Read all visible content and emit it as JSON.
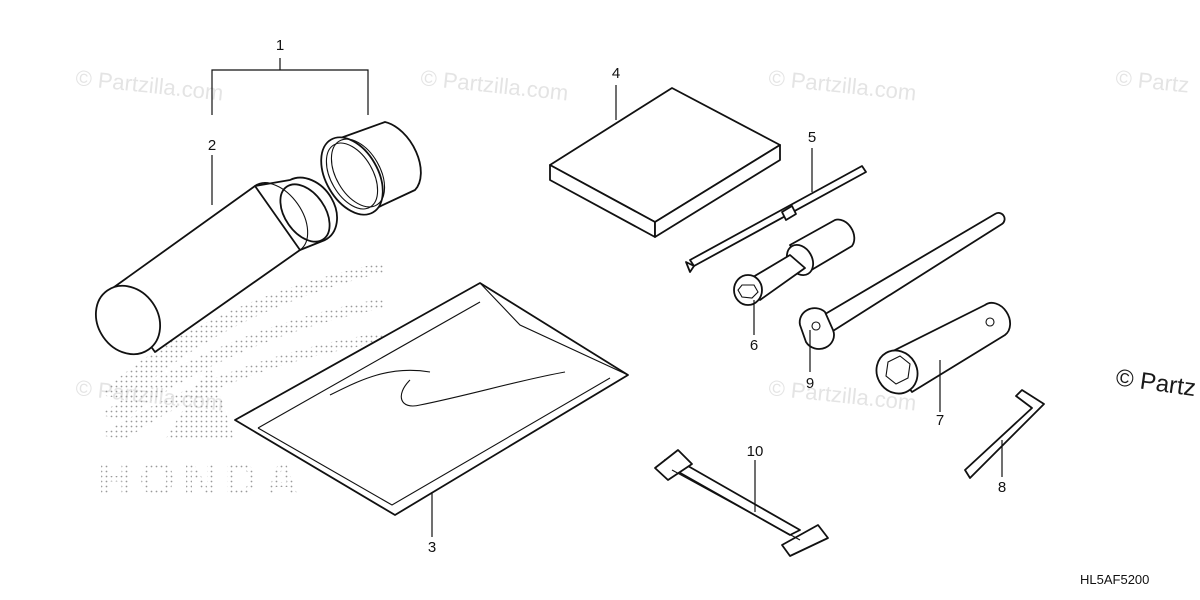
{
  "diagram": {
    "watermark_text": "© Partzilla.com",
    "watermark_partial": "© Partz",
    "watermark_partial_right": "© Partz",
    "brand_lettering": "HONDA",
    "drawing_code": "HL5AF5200",
    "callouts": [
      {
        "id": "1",
        "label": "1"
      },
      {
        "id": "2",
        "label": "2"
      },
      {
        "id": "3",
        "label": "3"
      },
      {
        "id": "4",
        "label": "4"
      },
      {
        "id": "5",
        "label": "5"
      },
      {
        "id": "6",
        "label": "6"
      },
      {
        "id": "7",
        "label": "7"
      },
      {
        "id": "8",
        "label": "8"
      },
      {
        "id": "9",
        "label": "9"
      },
      {
        "id": "10",
        "label": "10"
      }
    ]
  }
}
